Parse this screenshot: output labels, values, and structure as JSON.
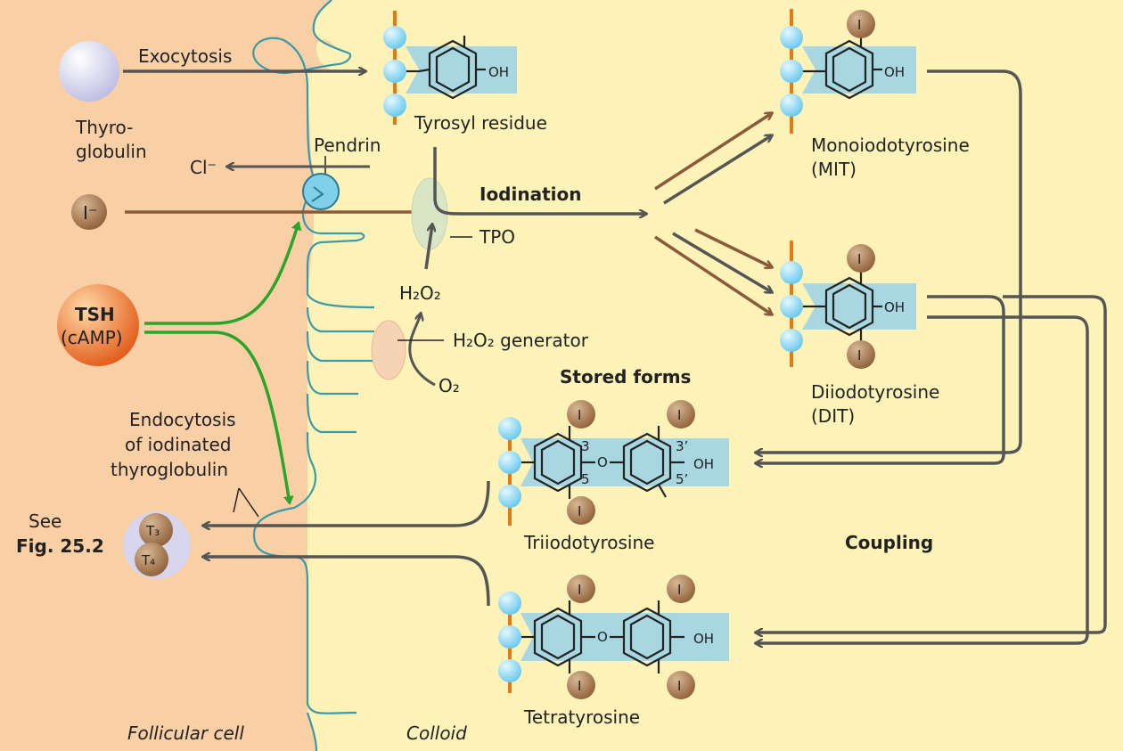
{
  "labels": {
    "exocytosis": "Exocytosis",
    "thyro_1": "Thyro-",
    "thyro_2": "globulin",
    "pendrin": "Pendrin",
    "chloride": "Cl⁻",
    "iodide": "I⁻",
    "tsh": "TSH",
    "camp": "(cAMP)",
    "tyrosyl": "Tyrosyl residue",
    "iodination": "Iodination",
    "tpo": "TPO",
    "h2o2": "H₂O₂",
    "h2o2_generator": "H₂O₂ generator",
    "o2": "O₂",
    "stored_forms": "Stored forms",
    "endo_1": "Endocytosis",
    "endo_2": "of iodinated",
    "endo_3": "thyroglobulin",
    "see": "See",
    "fig": "Fig. 25.2",
    "t3": "T₃",
    "t4": "T₄",
    "mit_1": "Monoiodotyrosine",
    "mit_2": "(MIT)",
    "dit_1": "Diiodotyrosine",
    "dit_2": "(DIT)",
    "triiodo": "Triiodotyrosine",
    "tetra": "Tetratyrosine",
    "coupling": "Coupling",
    "follicular": "Follicular cell",
    "colloid": "Colloid",
    "oh": "OH",
    "iodine": "I",
    "pos3": "3",
    "pos5": "5",
    "pos3p": "3’",
    "pos5p": "5’",
    "oxygen": "O"
  },
  "colors": {
    "cell": "#f9cfa6",
    "colloid": "#fdf3b8",
    "membrane": "#3a9aa8",
    "bead": "#8fd8f2",
    "backbone": "#e07b1a",
    "ring_bg": "#a9d7e1",
    "iodine": "#a4774f",
    "arrow_gray": "#555555",
    "arrow_brown": "#8a5a3a",
    "arrow_green": "#2aa52a",
    "tsh": "#e8661a"
  }
}
